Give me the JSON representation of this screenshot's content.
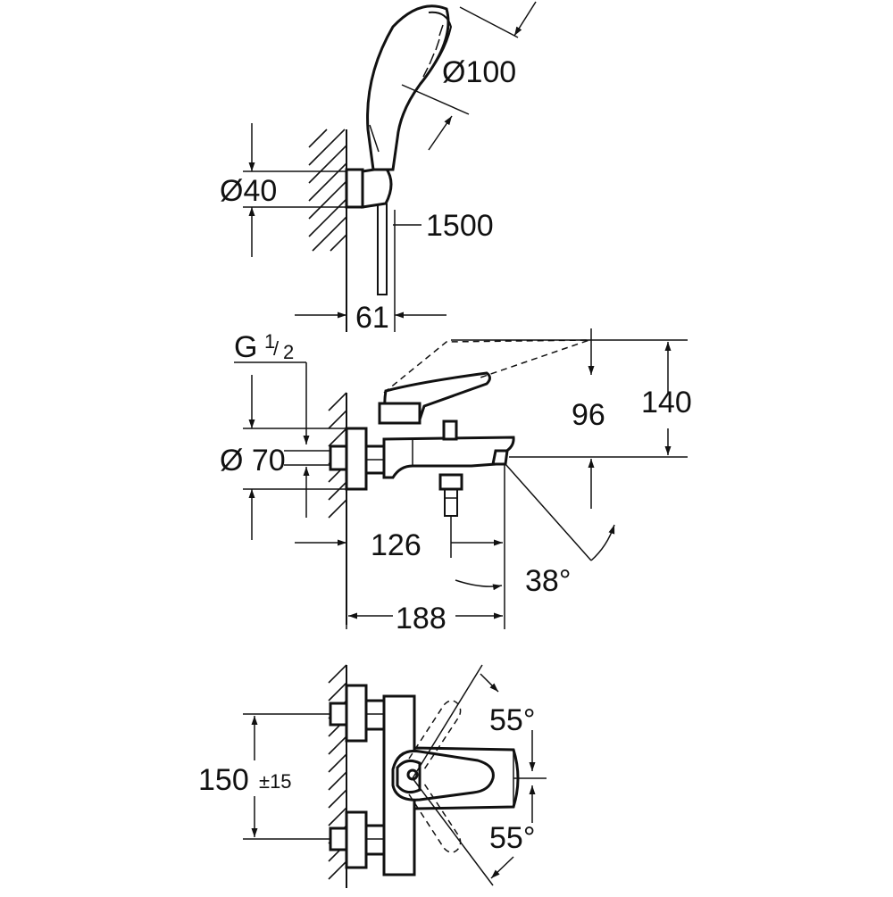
{
  "dimensions": {
    "shower_head_diameter": "Ø100",
    "holder_diameter": "Ø40",
    "hose_length": "1500",
    "holder_projection": "61",
    "thread": "G",
    "thread_fraction_num": "1",
    "thread_fraction_den": "2",
    "outlet_diameter": "Ø 70",
    "handle_height": "96",
    "total_height": "140",
    "diverter_distance": "126",
    "spout_angle": "38°",
    "projection": "188",
    "lever_angle_up": "55°",
    "lever_angle_down": "55°",
    "centers": "150",
    "centers_tolerance": "±15"
  }
}
